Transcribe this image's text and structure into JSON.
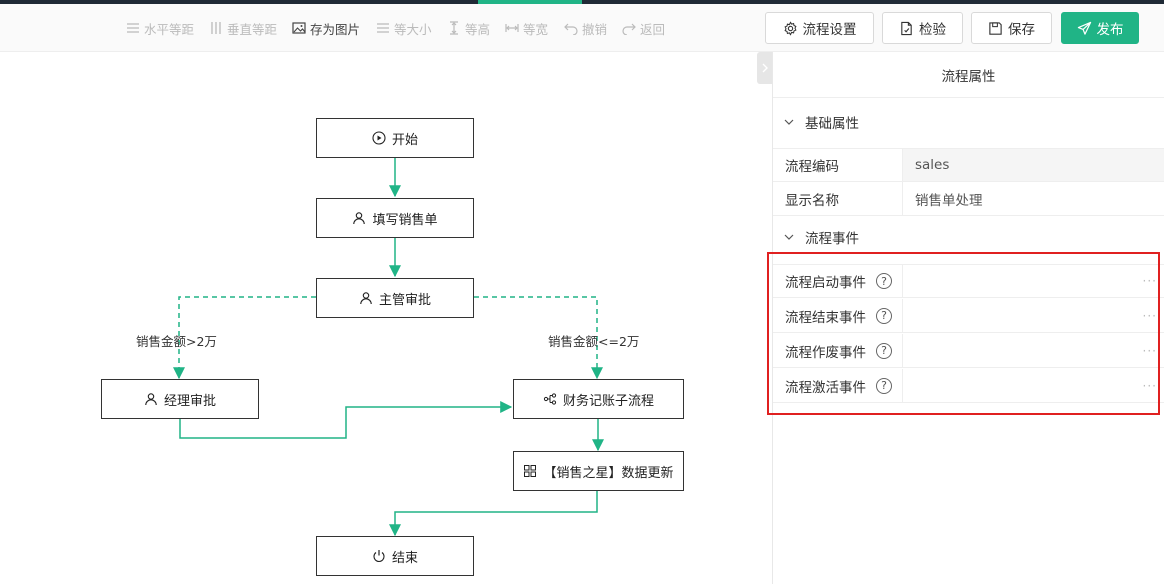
{
  "toolbar": {
    "items": [
      {
        "label": "水平等距",
        "icon": "align-horizontal-icon",
        "enabled": false
      },
      {
        "label": "垂直等距",
        "icon": "align-vertical-icon",
        "enabled": false
      },
      {
        "label": "存为图片",
        "icon": "image-icon",
        "enabled": true
      },
      {
        "label": "等大小",
        "icon": "same-size-icon",
        "enabled": false
      },
      {
        "label": "等高",
        "icon": "same-height-icon",
        "enabled": false
      },
      {
        "label": "等宽",
        "icon": "same-width-icon",
        "enabled": false
      },
      {
        "label": "撤销",
        "icon": "undo-icon",
        "enabled": false
      },
      {
        "label": "返回",
        "icon": "redo-icon",
        "enabled": false
      }
    ],
    "buttons": {
      "settings": "流程设置",
      "check": "检验",
      "save": "保存",
      "publish": "发布"
    }
  },
  "flow": {
    "nodes": {
      "start": "开始",
      "fill": "填写销售单",
      "supervisor": "主管审批",
      "manager": "经理审批",
      "finance": "财务记账子流程",
      "update": "【销售之星】数据更新",
      "end": "结束"
    },
    "edge_labels": {
      "gt": "销售金额>2万",
      "le": "销售金额<=2万"
    }
  },
  "panel": {
    "title": "流程属性",
    "basic": {
      "title": "基础属性",
      "rows": [
        {
          "key": "流程编码",
          "value": "sales"
        },
        {
          "key": "显示名称",
          "value": "销售单处理"
        }
      ]
    },
    "events": {
      "title": "流程事件",
      "rows": [
        {
          "key": "流程启动事件",
          "value": ""
        },
        {
          "key": "流程结束事件",
          "value": ""
        },
        {
          "key": "流程作废事件",
          "value": ""
        },
        {
          "key": "流程激活事件",
          "value": ""
        }
      ]
    }
  },
  "colors": {
    "accent": "#20b486",
    "highlight": "#e02020"
  }
}
